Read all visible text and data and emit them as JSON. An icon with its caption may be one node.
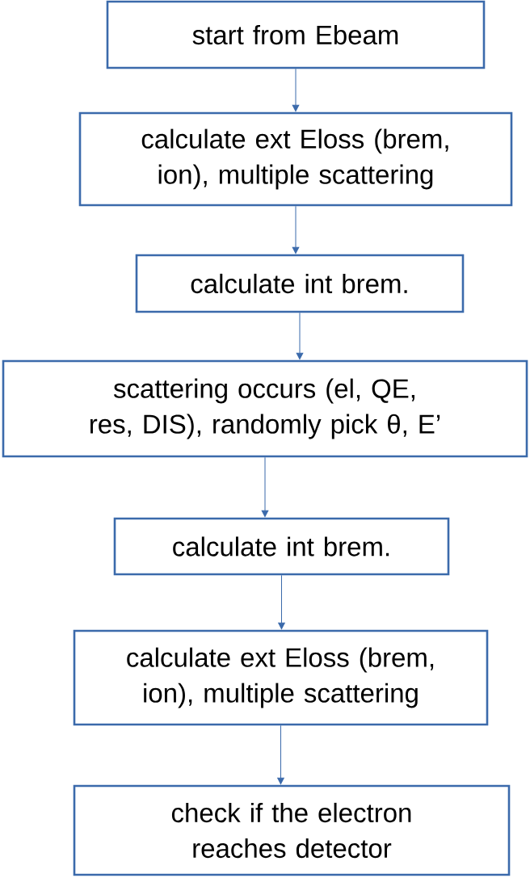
{
  "diagram": {
    "nodes": [
      {
        "text": [
          "start from Ebeam"
        ]
      },
      {
        "text": [
          "calculate ext Eloss (brem, ion), multiple scattering"
        ]
      },
      {
        "text": [
          "calculate int brem."
        ]
      },
      {
        "text": [
          "scattering occurs (el, QE, res, DIS), randomly pick θ, E’"
        ]
      },
      {
        "text": [
          "calculate int brem."
        ]
      },
      {
        "text": [
          "calculate ext Eloss (brem, ion), multiple scattering"
        ]
      },
      {
        "text": [
          "check if the electron reaches detector"
        ]
      }
    ],
    "edges": [
      {
        "from": 0,
        "to": 1,
        "arrow": "to"
      },
      {
        "from": 1,
        "to": 2,
        "arrow": "to"
      },
      {
        "from": 2,
        "to": 3,
        "arrow": "to"
      },
      {
        "from": 3,
        "to": 4,
        "arrow": "to"
      },
      {
        "from": 4,
        "to": 5,
        "arrow": "to"
      },
      {
        "from": 5,
        "to": 6,
        "arrow": "to"
      }
    ]
  }
}
